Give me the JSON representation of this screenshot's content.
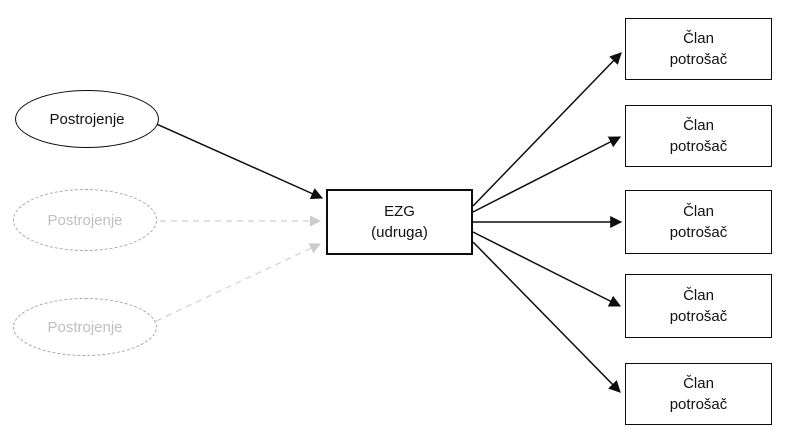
{
  "diagram": {
    "nodes": {
      "plants": [
        {
          "label": "Postrojenje",
          "state": "active"
        },
        {
          "label": "Postrojenje",
          "state": "inactive"
        },
        {
          "label": "Postrojenje",
          "state": "inactive"
        }
      ],
      "hub": {
        "line1": "EZG",
        "line2": "(udruga)"
      },
      "members": [
        {
          "line1": "Član",
          "line2": "potrošač"
        },
        {
          "line1": "Član",
          "line2": "potrošač"
        },
        {
          "line1": "Član",
          "line2": "potrošač"
        },
        {
          "line1": "Član",
          "line2": "potrošač"
        },
        {
          "line1": "Član",
          "line2": "potrošač"
        }
      ]
    },
    "colors": {
      "edge": "#0d0d0d",
      "inactive_edge": "#d6d6d6",
      "inactive_arrowhead": "#cccccc",
      "node_stroke": "#0d0d0d",
      "inactive_stroke": "#a6a6a6",
      "inactive_text": "#bfbfbf",
      "background": "#ffffff"
    }
  }
}
